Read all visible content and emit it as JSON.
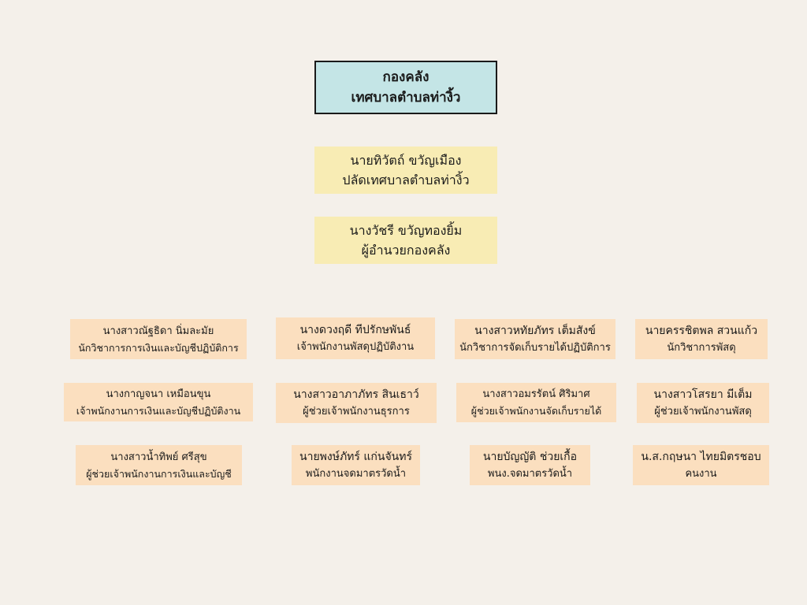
{
  "department": {
    "line1": "กองคลัง",
    "line2": "เทศบาลตำบลท่างิ้ว"
  },
  "leaders": [
    {
      "name": "นายทิวัตถ์ ขวัญเมือง",
      "position": "ปลัดเทศบาลตำบลท่างิ้ว"
    },
    {
      "name": "นางวัชรี ขวัญทองยิ้ม",
      "position": "ผู้อำนวยกองคลัง"
    }
  ],
  "staff": [
    {
      "name": "นางสาวณัฐธิดา นิ่มละมัย",
      "position": "นักวิชาการการเงินและบัญชีปฏิบัติการ"
    },
    {
      "name": "นางดวงฤดี ทีปรักษพันธ์",
      "position": "เจ้าพนักงานพัสดุปฏิบัติงาน"
    },
    {
      "name": "นางสาวหทัยภัทร เต็มสังข์",
      "position": "นักวิชาการจัดเก็บรายได้ปฏิบัติการ"
    },
    {
      "name": "นายครรชิตพล สวนแก้ว",
      "position": "นักวิชาการพัสดุ"
    },
    {
      "name": "นางกาญจนา เหมือนขุน",
      "position": "เจ้าพนักงานการเงินและบัญชีปฏิบัติงาน"
    },
    {
      "name": "นางสาวอาภาภัทร สินเธาว์",
      "position": "ผู้ช่วยเจ้าพนักงานธุรการ"
    },
    {
      "name": "นางสาวอมรรัตน์ ศิริมาศ",
      "position": "ผู้ช่วยเจ้าพนักงานจัดเก็บรายได้"
    },
    {
      "name": "นางสาวโสรยา มีเต็ม",
      "position": "ผู้ช่วยเจ้าพนักงานพัสดุ"
    },
    {
      "name": "นางสาวน้ำทิพย์ ศรีสุข",
      "position": "ผู้ช่วยเจ้าพนักงานการเงินและบัญชี"
    },
    {
      "name": "นายพงษ์ภัทร์ แก่นจันทร์",
      "position": "พนักงานจดมาตรวัดน้ำ"
    },
    {
      "name": "นายบัญญัติ ช่วยเกื้อ",
      "position": "พนง.จดมาตรวัดน้ำ"
    },
    {
      "name": "น.ส.กฤษนา ไทยมิตรชอบ",
      "position": "คนงาน"
    }
  ],
  "colors": {
    "background": "#f4f0ea",
    "department_fill": "#c4e5e6",
    "leader_fill": "#f8ecb4",
    "staff_fill": "#fbdfbf"
  }
}
